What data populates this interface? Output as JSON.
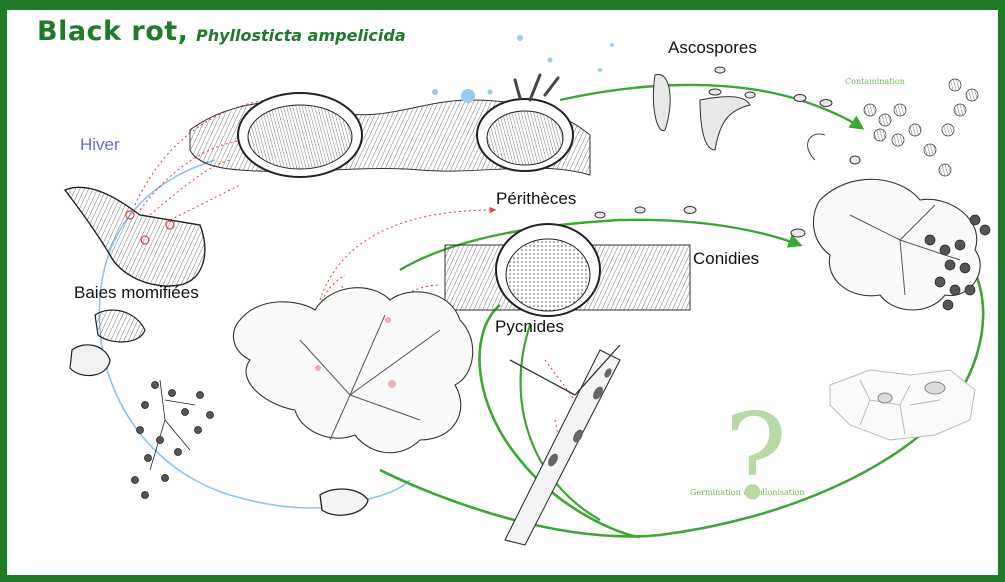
{
  "title": {
    "main": "Black rot,",
    "species": "Phyllosticta ampelicida"
  },
  "labels": {
    "hiver": "Hiver",
    "ascospores": "Ascospores",
    "contamination": "Contamination",
    "perithecia": "Périthèces",
    "conidies": "Conidies",
    "baies": "Baies momifiées",
    "pycnides": "Pycnides",
    "germination": "Germination & collonisation",
    "question": "?"
  },
  "colors": {
    "frame": "#1f7a2a",
    "green_cycle": "#3aa832",
    "winter_cycle": "#8fc4e8",
    "infection_arrows": "#e04848",
    "hiver_text": "#6b6bd6",
    "germination_text": "#6fb85a"
  },
  "icons": [
    "perithecium-illustration",
    "pycnidium-illustration",
    "mummified-berry-illustration",
    "grape-leaf-illustration",
    "grape-cluster-illustration",
    "ascospore-illustration",
    "tendril-shoot-illustration",
    "spore-drops-icon"
  ]
}
